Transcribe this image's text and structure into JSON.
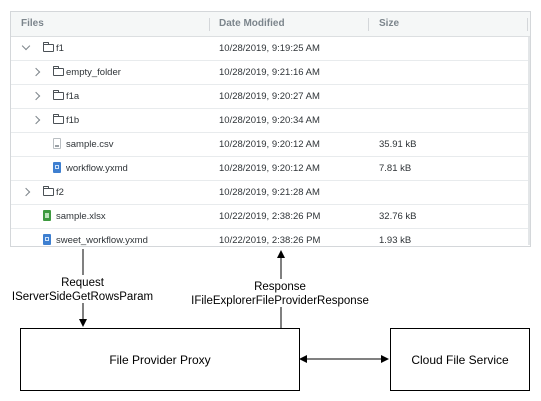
{
  "grid": {
    "columns": [
      "Files",
      "Date Modified",
      "Size"
    ],
    "rows": [
      {
        "name": "f1",
        "type": "folder",
        "expander": "chevron-down",
        "date": "10/28/2019, 9:19:25 AM",
        "size": ""
      },
      {
        "name": "empty_folder",
        "type": "folder",
        "expander": "chevron-right",
        "date": "10/28/2019, 9:21:16 AM",
        "size": ""
      },
      {
        "name": "f1a",
        "type": "folder",
        "expander": "chevron-right",
        "date": "10/28/2019, 9:20:27 AM",
        "size": ""
      },
      {
        "name": "f1b",
        "type": "folder",
        "expander": "chevron-right",
        "date": "10/28/2019, 9:20:34 AM",
        "size": ""
      },
      {
        "name": "sample.csv",
        "type": "csv",
        "expander": "",
        "date": "10/28/2019, 9:20:12 AM",
        "size": "35.91 kB"
      },
      {
        "name": "workflow.yxmd",
        "type": "yxmd",
        "expander": "",
        "date": "10/28/2019, 9:20:12 AM",
        "size": "7.81 kB"
      },
      {
        "name": "f2",
        "type": "folder",
        "expander": "chevron-right",
        "date": "10/28/2019, 9:21:28 AM",
        "size": ""
      },
      {
        "name": "sample.xlsx",
        "type": "xlsx",
        "expander": "",
        "date": "10/22/2019, 2:38:26 PM",
        "size": "32.76 kB"
      },
      {
        "name": "sweet_workflow.yxmd",
        "type": "yxmd",
        "expander": "",
        "date": "10/22/2019, 2:38:26 PM",
        "size": "1.93 kB"
      }
    ]
  },
  "diagram": {
    "request_label_line1": "Request",
    "request_label_line2": "IServerSideGetRowsParam",
    "response_label_line1": "Response",
    "response_label_line2": "IFileExplorerFileProviderResponse",
    "proxy_box": "File Provider Proxy",
    "cloud_box": "Cloud File Service"
  }
}
